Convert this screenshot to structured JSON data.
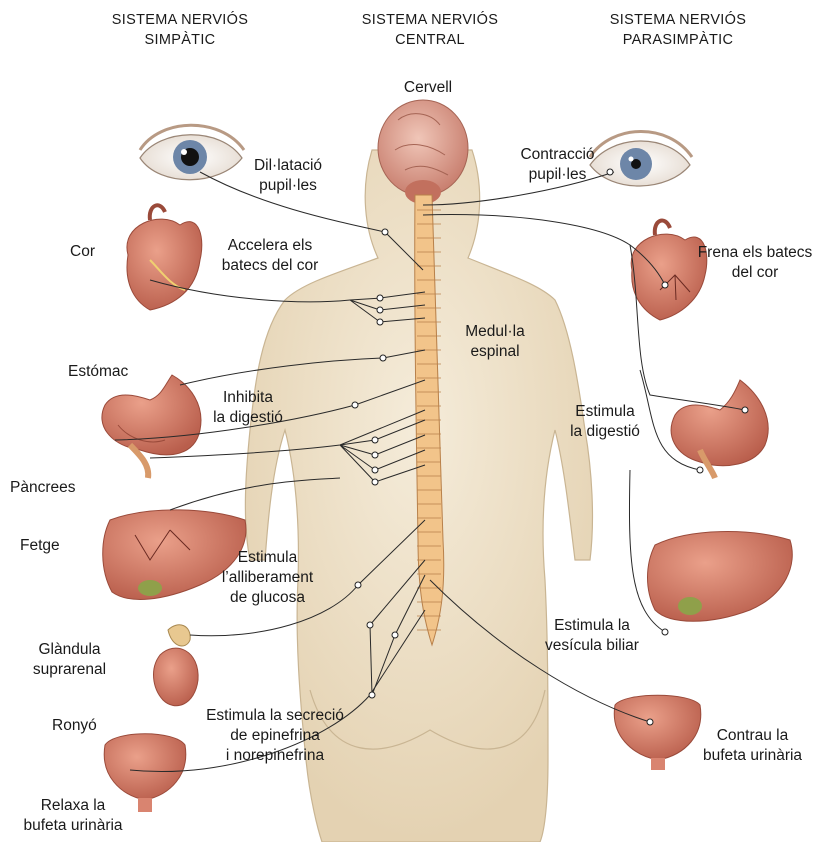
{
  "headers": {
    "sympathetic": "SISTEMA NERVIÓS\nSIMPÀTIC",
    "central": "SISTEMA NERVIÓS\nCENTRAL",
    "parasympathetic": "SISTEMA NERVIÓS\nPARASIMPÀTIC"
  },
  "central": {
    "brain": "Cervell",
    "spinal_cord": "Medul·la\nespinal"
  },
  "sympathetic": {
    "pupil_dilation": "Dil·latació\npupil·les",
    "heart": "Cor",
    "heart_effect": "Accelera els\nbatecs del cor",
    "stomach": "Estómac",
    "digestion_effect": "Inhibita\nla digestió",
    "pancreas": "Pàncrees",
    "liver": "Fetge",
    "glucose_effect": "Estimula\nl’alliberament\nde glucosa",
    "adrenal_gland": "Glàndula\nsuprarenal",
    "kidney": "Ronyó",
    "epinephrine_effect": "Estimula la secreció\nde epinefrina\ni norepinefrina",
    "bladder_effect": "Relaxa la\nbufeta urinària"
  },
  "parasympathetic": {
    "pupil_contraction": "Contracció\npupil·les",
    "heart_effect": "Frena els batecs\ndel cor",
    "digestion_effect": "Estimula\nla digestió",
    "gallbladder_effect": "Estimula la\nvesícula biliar",
    "bladder_effect": "Contrau la\nbufeta urinària"
  },
  "colors": {
    "skin": "#efe3cd",
    "organ": "#d98470",
    "organ_dark": "#b65a4a",
    "spinal_cord": "#f2c48a",
    "nerve": "#2a2a2a",
    "iris": "#6d86a8"
  }
}
